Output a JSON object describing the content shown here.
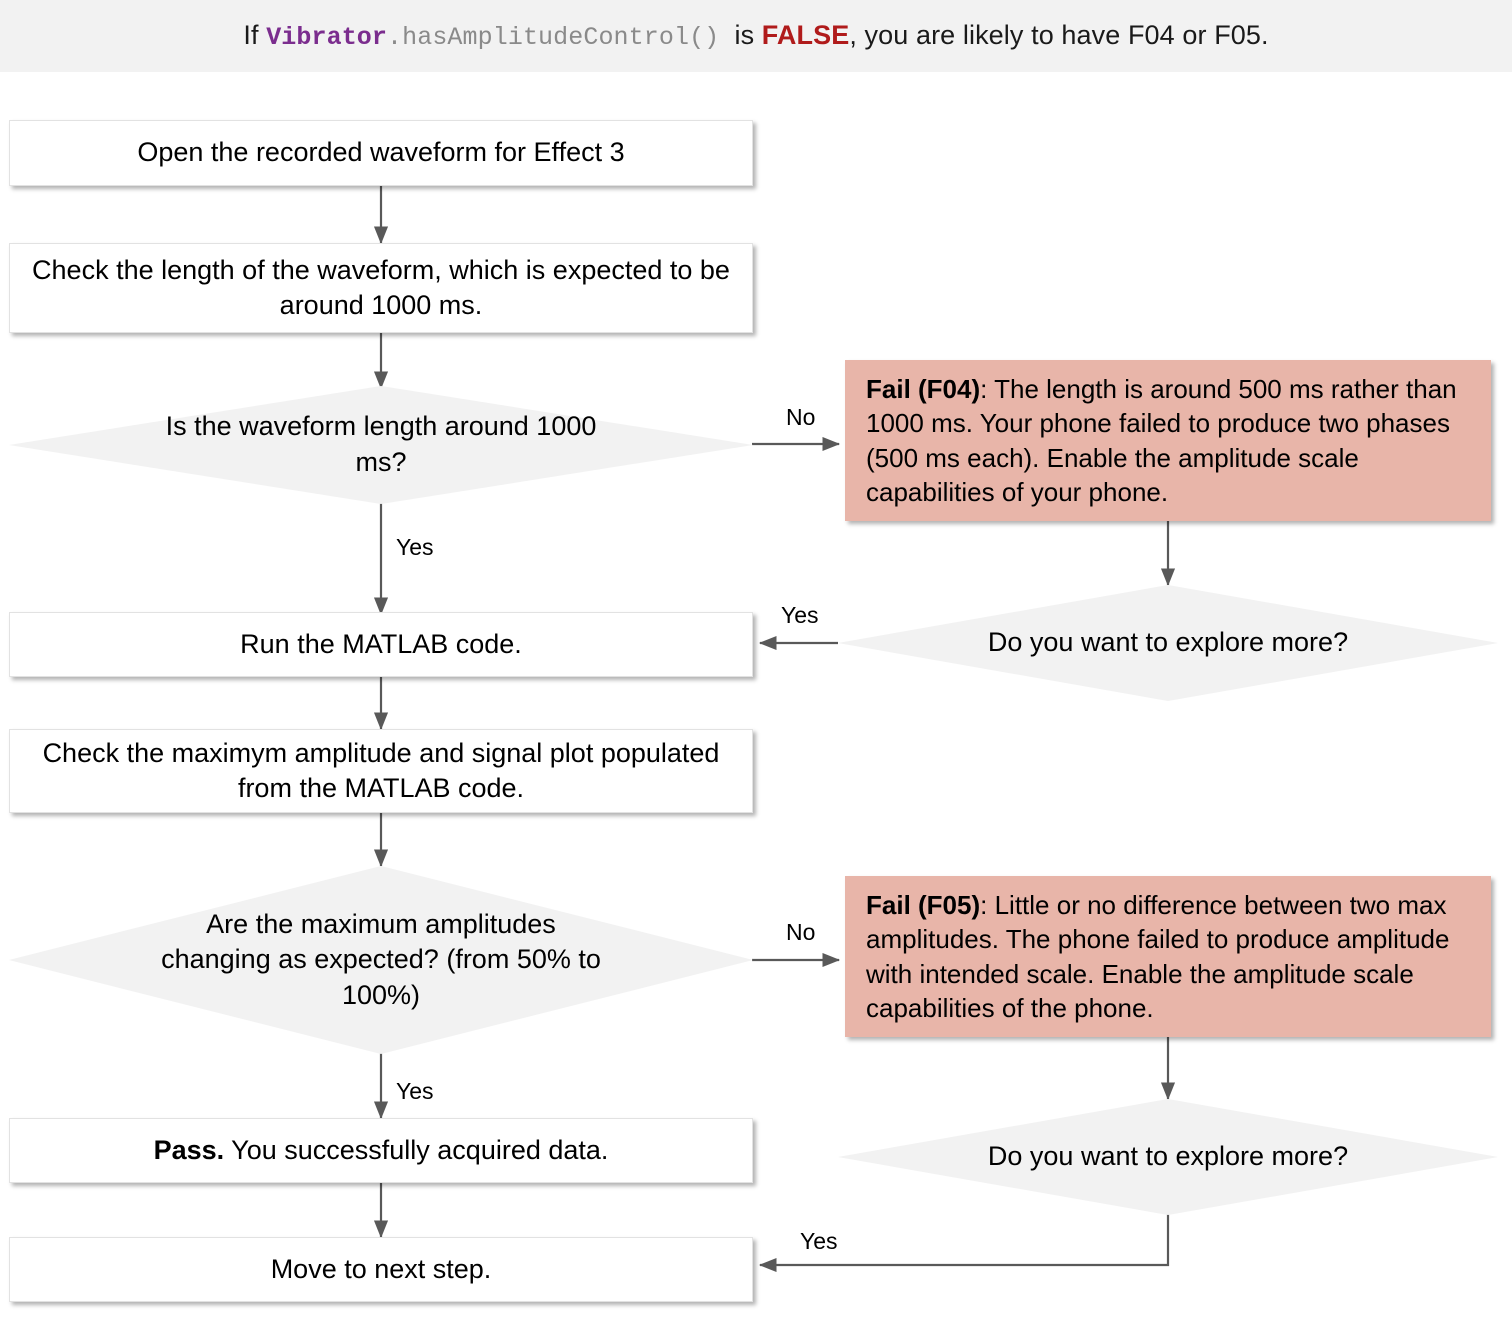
{
  "header": {
    "prefix": "If ",
    "class_name": "Vibrator",
    "method": ".hasAmplitudeControl()",
    "middle": "  is ",
    "false_literal": "FALSE",
    "suffix": ", you are likely to have F04 or F05."
  },
  "diagram": {
    "type": "flowchart",
    "nodes": [
      {
        "id": "n1",
        "shape": "process",
        "text": "Open the recorded waveform for Effect 3"
      },
      {
        "id": "n2",
        "shape": "process",
        "text": "Check the length of the waveform, which is expected to be around 1000 ms."
      },
      {
        "id": "n3",
        "shape": "decision",
        "text": "Is the waveform length around 1000 ms?"
      },
      {
        "id": "n4",
        "shape": "fail",
        "label": "Fail (F04)",
        "text": ": The length is around 500 ms rather than 1000 ms. Your phone failed to produce two phases (500 ms each). Enable the amplitude scale capabilities of your phone."
      },
      {
        "id": "n5",
        "shape": "decision",
        "text": "Do you want to explore more?"
      },
      {
        "id": "n6",
        "shape": "process",
        "text": "Run the MATLAB code."
      },
      {
        "id": "n7",
        "shape": "process",
        "text": "Check the maximym amplitude and signal plot populated from the MATLAB code."
      },
      {
        "id": "n8",
        "shape": "decision",
        "text": "Are the maximum amplitudes changing as expected? (from 50% to 100%)"
      },
      {
        "id": "n9",
        "shape": "fail",
        "label": "Fail (F05)",
        "text": ": Little or no difference between two max amplitudes. The phone failed to produce amplitude with intended scale. Enable the amplitude scale capabilities of the phone."
      },
      {
        "id": "n10",
        "shape": "decision",
        "text": "Do you want to explore more?"
      },
      {
        "id": "n11",
        "shape": "process",
        "label": "Pass.",
        "text": " You successfully acquired data."
      },
      {
        "id": "n12",
        "shape": "process",
        "text": "Move to next step."
      }
    ],
    "edges": [
      {
        "from": "n1",
        "to": "n2",
        "label": ""
      },
      {
        "from": "n2",
        "to": "n3",
        "label": ""
      },
      {
        "from": "n3",
        "to": "n4",
        "label": "No"
      },
      {
        "from": "n3",
        "to": "n6",
        "label": "Yes"
      },
      {
        "from": "n4",
        "to": "n5",
        "label": ""
      },
      {
        "from": "n5",
        "to": "n6",
        "label": "Yes"
      },
      {
        "from": "n6",
        "to": "n7",
        "label": ""
      },
      {
        "from": "n7",
        "to": "n8",
        "label": ""
      },
      {
        "from": "n8",
        "to": "n9",
        "label": "No"
      },
      {
        "from": "n8",
        "to": "n11",
        "label": "Yes"
      },
      {
        "from": "n9",
        "to": "n10",
        "label": ""
      },
      {
        "from": "n10",
        "to": "n12",
        "label": "Yes"
      },
      {
        "from": "n11",
        "to": "n12",
        "label": ""
      }
    ],
    "edge_labels": {
      "no_1": "No",
      "yes_1": "Yes",
      "yes_2": "Yes",
      "no_2": "No",
      "yes_3": "Yes",
      "yes_4": "Yes"
    },
    "colors": {
      "process_fill": "#ffffff",
      "decision_fill": "#f2f2f2",
      "fail_fill": "#e8b5a9",
      "edge_stroke": "#595959",
      "banner_fill": "#f2f2f2",
      "class_purple": "#7b2d8e",
      "false_red": "#b01b1b",
      "method_gray": "#8a8a8a"
    }
  }
}
